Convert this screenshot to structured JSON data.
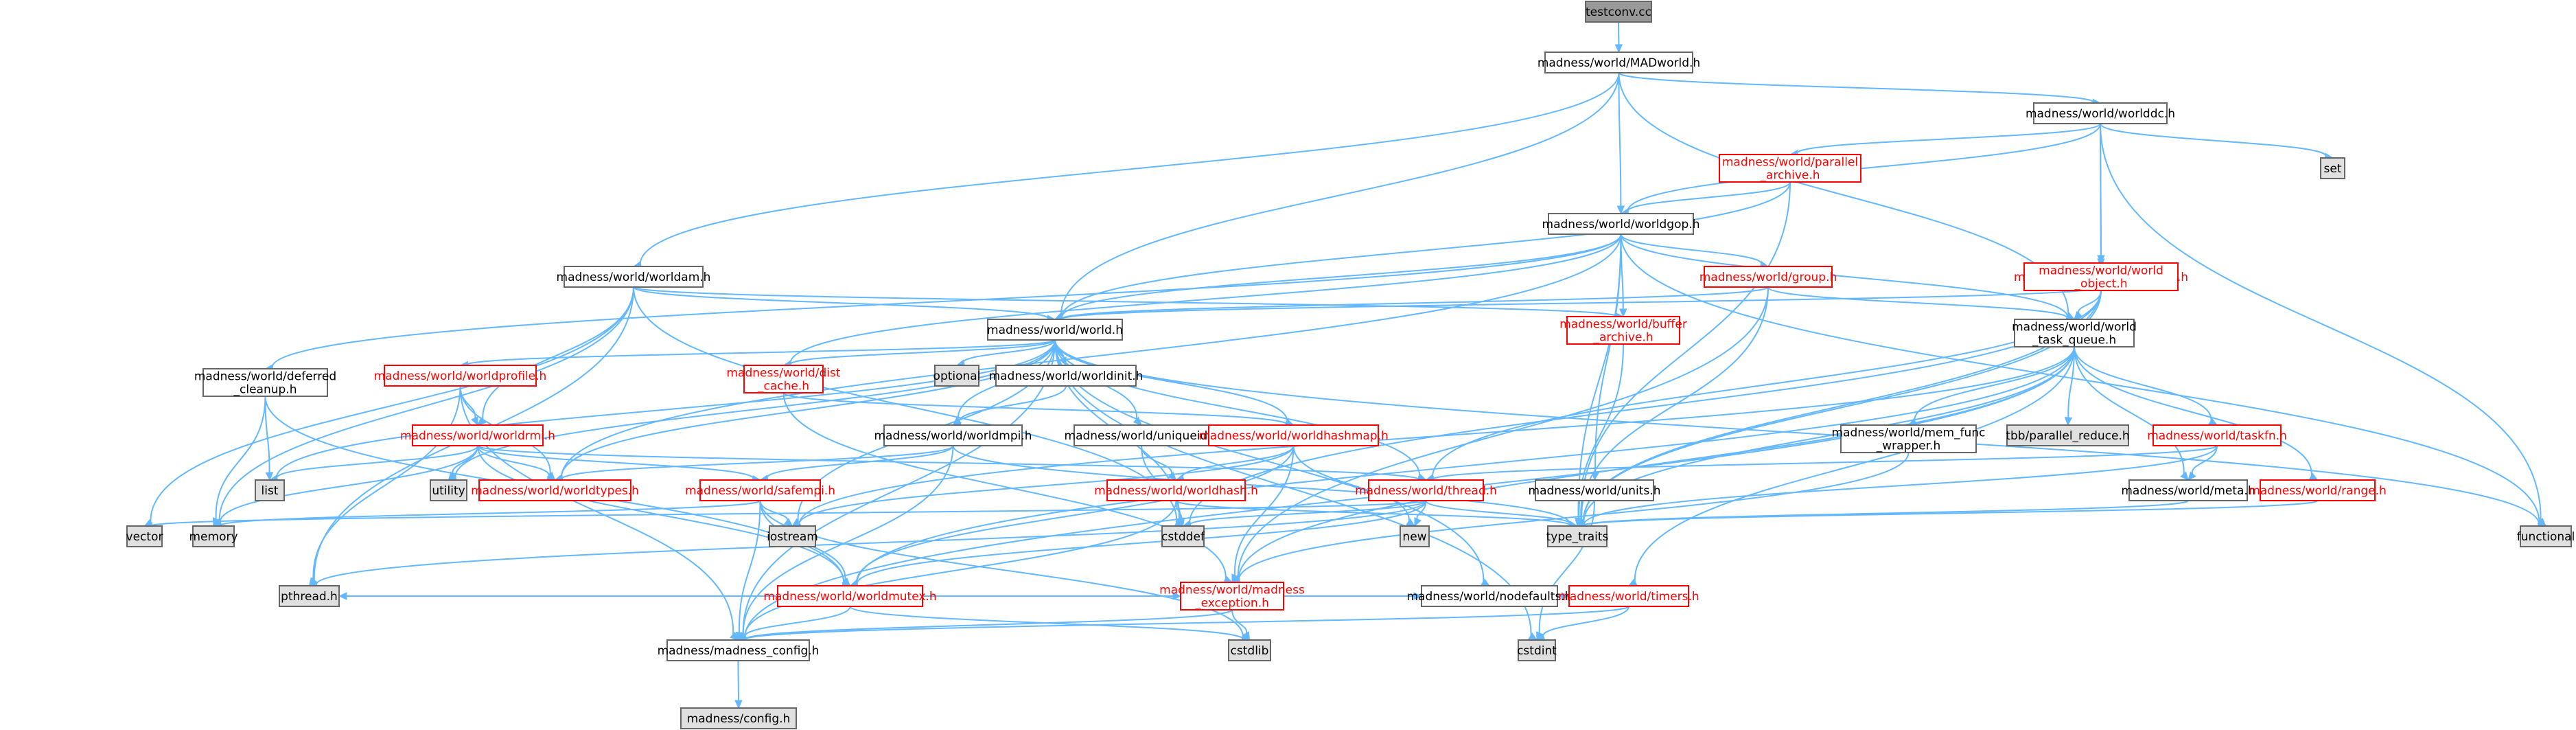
{
  "colors": {
    "root_fill": "#999999",
    "header_fill": "#ffffff",
    "system_fill": "#e0e0e0",
    "border": "#666666",
    "target_border": "#ff0000",
    "edge": "#63b8ff",
    "text": "#000000",
    "target_text": "#ff0000"
  },
  "nodes": [
    {
      "id": "testconv",
      "label": [
        "testconv.cc"
      ],
      "kind": "root"
    },
    {
      "id": "madworld",
      "label": [
        "madness/world/MADworld.h"
      ],
      "kind": "header"
    },
    {
      "id": "worlddc",
      "label": [
        "madness/world/worlddc.h"
      ],
      "kind": "header"
    },
    {
      "id": "set",
      "label": [
        "set"
      ],
      "kind": "system"
    },
    {
      "id": "parallel_archive",
      "label": [
        "madness/world/parallel",
        "_archive.h"
      ],
      "kind": "target"
    },
    {
      "id": "worldgop",
      "label": [
        "madness/world/worldgop.h"
      ],
      "kind": "header"
    },
    {
      "id": "worldam",
      "label": [
        "madness/world/worldam.h"
      ],
      "kind": "header"
    },
    {
      "id": "group",
      "label": [
        "madness/world/group.h"
      ],
      "kind": "target"
    },
    {
      "id": "mpi_archive",
      "label": [
        "madness/world/mpi_archive.h"
      ],
      "kind": "target"
    },
    {
      "id": "world_object",
      "label": [
        "madness/world/world",
        "_object.h"
      ],
      "kind": "target"
    },
    {
      "id": "world",
      "label": [
        "madness/world/world.h"
      ],
      "kind": "header"
    },
    {
      "id": "buffer_archive",
      "label": [
        "madness/world/buffer",
        "_archive.h"
      ],
      "kind": "target"
    },
    {
      "id": "world_task_queue",
      "label": [
        "madness/world/world",
        "_task_queue.h"
      ],
      "kind": "header"
    },
    {
      "id": "worldprofile",
      "label": [
        "madness/world/worldprofile.h"
      ],
      "kind": "target"
    },
    {
      "id": "dist_cache",
      "label": [
        "madness/world/dist",
        "_cache.h"
      ],
      "kind": "target"
    },
    {
      "id": "optional",
      "label": [
        "optional"
      ],
      "kind": "system"
    },
    {
      "id": "worldinit",
      "label": [
        "madness/world/worldinit.h"
      ],
      "kind": "header"
    },
    {
      "id": "deferred_cleanup",
      "label": [
        "madness/world/deferred",
        "_cleanup.h"
      ],
      "kind": "header"
    },
    {
      "id": "worldrmi",
      "label": [
        "madness/world/worldrmi.h"
      ],
      "kind": "target"
    },
    {
      "id": "worldmpi",
      "label": [
        "madness/world/worldmpi.h"
      ],
      "kind": "header"
    },
    {
      "id": "uniqueid",
      "label": [
        "madness/world/uniqueid.h"
      ],
      "kind": "header"
    },
    {
      "id": "worldhashmap",
      "label": [
        "madness/world/worldhashmap.h"
      ],
      "kind": "target"
    },
    {
      "id": "mem_func_wrapper",
      "label": [
        "madness/world/mem_func",
        "_wrapper.h"
      ],
      "kind": "header"
    },
    {
      "id": "tbb_parallel_reduce",
      "label": [
        "tbb/parallel_reduce.h"
      ],
      "kind": "system"
    },
    {
      "id": "taskfn",
      "label": [
        "madness/world/taskfn.h"
      ],
      "kind": "target"
    },
    {
      "id": "list",
      "label": [
        "list"
      ],
      "kind": "system"
    },
    {
      "id": "utility",
      "label": [
        "utility"
      ],
      "kind": "system"
    },
    {
      "id": "worldtypes",
      "label": [
        "madness/world/worldtypes.h"
      ],
      "kind": "target"
    },
    {
      "id": "safempi",
      "label": [
        "madness/world/safempi.h"
      ],
      "kind": "target"
    },
    {
      "id": "worldhash",
      "label": [
        "madness/world/worldhash.h"
      ],
      "kind": "target"
    },
    {
      "id": "thread",
      "label": [
        "madness/world/thread.h"
      ],
      "kind": "target"
    },
    {
      "id": "units",
      "label": [
        "madness/world/units.h"
      ],
      "kind": "header"
    },
    {
      "id": "meta",
      "label": [
        "madness/world/meta.h"
      ],
      "kind": "header"
    },
    {
      "id": "range",
      "label": [
        "madness/world/range.h"
      ],
      "kind": "target"
    },
    {
      "id": "vector",
      "label": [
        "vector"
      ],
      "kind": "system"
    },
    {
      "id": "memory",
      "label": [
        "memory"
      ],
      "kind": "system"
    },
    {
      "id": "iostream",
      "label": [
        "iostream"
      ],
      "kind": "system"
    },
    {
      "id": "cstddef",
      "label": [
        "cstddef"
      ],
      "kind": "system"
    },
    {
      "id": "new",
      "label": [
        "new"
      ],
      "kind": "system"
    },
    {
      "id": "type_traits",
      "label": [
        "type_traits"
      ],
      "kind": "system"
    },
    {
      "id": "functional",
      "label": [
        "functional"
      ],
      "kind": "system"
    },
    {
      "id": "worldmutex",
      "label": [
        "madness/world/worldmutex.h"
      ],
      "kind": "target"
    },
    {
      "id": "pthread",
      "label": [
        "pthread.h"
      ],
      "kind": "system"
    },
    {
      "id": "madness_exception",
      "label": [
        "madness/world/madness",
        "_exception.h"
      ],
      "kind": "target"
    },
    {
      "id": "nodefaults",
      "label": [
        "madness/world/nodefaults.h"
      ],
      "kind": "header"
    },
    {
      "id": "timers",
      "label": [
        "madness/world/timers.h"
      ],
      "kind": "target"
    },
    {
      "id": "cstdlib",
      "label": [
        "cstdlib"
      ],
      "kind": "system"
    },
    {
      "id": "cstdint",
      "label": [
        "cstdint"
      ],
      "kind": "system"
    },
    {
      "id": "madness_config",
      "label": [
        "madness/madness_config.h"
      ],
      "kind": "header"
    },
    {
      "id": "config",
      "label": [
        "madness/config.h"
      ],
      "kind": "system"
    }
  ],
  "edges": [
    [
      "testconv",
      "madworld"
    ],
    [
      "madworld",
      "worlddc"
    ],
    [
      "madworld",
      "worldgop"
    ],
    [
      "madworld",
      "worldam"
    ],
    [
      "madworld",
      "world"
    ],
    [
      "madworld",
      "world_task_queue"
    ],
    [
      "worlddc",
      "set"
    ],
    [
      "worlddc",
      "parallel_archive"
    ],
    [
      "worlddc",
      "worldgop"
    ],
    [
      "worlddc",
      "mpi_archive"
    ],
    [
      "worlddc",
      "world_object"
    ],
    [
      "worlddc",
      "functional"
    ],
    [
      "parallel_archive",
      "worldgop"
    ],
    [
      "parallel_archive",
      "world"
    ],
    [
      "parallel_archive",
      "type_traits"
    ],
    [
      "worldgop",
      "group"
    ],
    [
      "worldgop",
      "world"
    ],
    [
      "worldgop",
      "buffer_archive"
    ],
    [
      "worldgop",
      "world_task_queue"
    ],
    [
      "worldgop",
      "dist_cache"
    ],
    [
      "worldgop",
      "deferred_cleanup"
    ],
    [
      "worldgop",
      "units"
    ],
    [
      "worldgop",
      "type_traits"
    ],
    [
      "worldgop",
      "functional"
    ],
    [
      "worldgop",
      "worldtypes"
    ],
    [
      "worldam",
      "world"
    ],
    [
      "worldam",
      "worldrmi"
    ],
    [
      "worldam",
      "buffer_archive"
    ],
    [
      "worldam",
      "vector"
    ],
    [
      "worldam",
      "memory"
    ],
    [
      "worldam",
      "pthread"
    ],
    [
      "worldam",
      "cstddef"
    ],
    [
      "group",
      "world"
    ],
    [
      "group",
      "world_task_queue"
    ],
    [
      "group",
      "type_traits"
    ],
    [
      "group",
      "madness_exception"
    ],
    [
      "mpi_archive",
      "world"
    ],
    [
      "mpi_archive",
      "type_traits"
    ],
    [
      "world_object",
      "world_task_queue"
    ],
    [
      "world_object",
      "type_traits"
    ],
    [
      "world_object",
      "thread"
    ],
    [
      "world_object",
      "cstddef"
    ],
    [
      "world",
      "worldprofile"
    ],
    [
      "world",
      "dist_cache"
    ],
    [
      "world",
      "optional"
    ],
    [
      "world",
      "worldinit"
    ],
    [
      "world",
      "worldmpi"
    ],
    [
      "world",
      "uniqueid"
    ],
    [
      "world",
      "worldhashmap"
    ],
    [
      "world",
      "list"
    ],
    [
      "world",
      "utility"
    ],
    [
      "world",
      "iostream"
    ],
    [
      "world",
      "cstddef"
    ],
    [
      "world",
      "cstdint"
    ],
    [
      "world",
      "madness_config"
    ],
    [
      "world",
      "thread"
    ],
    [
      "world",
      "nodefaults"
    ],
    [
      "world",
      "worldtypes"
    ],
    [
      "world",
      "functional"
    ],
    [
      "buffer_archive",
      "type_traits"
    ],
    [
      "world_task_queue",
      "mem_func_wrapper"
    ],
    [
      "world_task_queue",
      "tbb_parallel_reduce"
    ],
    [
      "world_task_queue",
      "taskfn"
    ],
    [
      "world_task_queue",
      "meta"
    ],
    [
      "world_task_queue",
      "range"
    ],
    [
      "world_task_queue",
      "type_traits"
    ],
    [
      "world_task_queue",
      "worldmutex"
    ],
    [
      "world_task_queue",
      "madness_config"
    ],
    [
      "world_task_queue",
      "iostream"
    ],
    [
      "world_task_queue",
      "timers"
    ],
    [
      "world_task_queue",
      "madness_exception"
    ],
    [
      "worldprofile",
      "worldrmi"
    ],
    [
      "worldprofile",
      "worldtypes"
    ],
    [
      "worldprofile",
      "pthread"
    ],
    [
      "worldprofile",
      "madness_config"
    ],
    [
      "dist_cache",
      "worldhashmap"
    ],
    [
      "dist_cache",
      "madness_exception"
    ],
    [
      "worldinit",
      "worldmpi"
    ],
    [
      "deferred_cleanup",
      "list"
    ],
    [
      "deferred_cleanup",
      "memory"
    ],
    [
      "deferred_cleanup",
      "worldmutex"
    ],
    [
      "worldrmi",
      "safempi"
    ],
    [
      "worldrmi",
      "worldtypes"
    ],
    [
      "worldrmi",
      "list"
    ],
    [
      "worldrmi",
      "utility"
    ],
    [
      "worldrmi",
      "memory"
    ],
    [
      "worldrmi",
      "thread"
    ],
    [
      "worldrmi",
      "worldmutex"
    ],
    [
      "worldmpi",
      "safempi"
    ],
    [
      "worldmpi",
      "worldtypes"
    ],
    [
      "worldmpi",
      "type_traits"
    ],
    [
      "worldmpi",
      "madness_config"
    ],
    [
      "uniqueid",
      "worldhash"
    ],
    [
      "uniqueid",
      "cstddef"
    ],
    [
      "worldhashmap",
      "worldhash"
    ],
    [
      "worldhashmap",
      "worldmutex"
    ],
    [
      "worldhashmap",
      "madness_exception"
    ],
    [
      "worldhashmap",
      "new"
    ],
    [
      "worldhashmap",
      "iostream"
    ],
    [
      "mem_func_wrapper",
      "madness_exception"
    ],
    [
      "taskfn",
      "thread"
    ],
    [
      "taskfn",
      "meta"
    ],
    [
      "taskfn",
      "type_traits"
    ],
    [
      "safempi",
      "worldmutex"
    ],
    [
      "safempi",
      "madness_config"
    ],
    [
      "safempi",
      "iostream"
    ],
    [
      "safempi",
      "memory"
    ],
    [
      "safempi",
      "cstdlib"
    ],
    [
      "worldhash",
      "cstddef"
    ],
    [
      "worldhash",
      "type_traits"
    ],
    [
      "worldhash",
      "madness_config"
    ],
    [
      "thread",
      "worldmutex"
    ],
    [
      "thread",
      "cstddef"
    ],
    [
      "thread",
      "new"
    ],
    [
      "thread",
      "pthread"
    ],
    [
      "thread",
      "type_traits"
    ],
    [
      "thread",
      "vector"
    ],
    [
      "units",
      "cstdint"
    ],
    [
      "meta",
      "type_traits"
    ],
    [
      "range",
      "type_traits"
    ],
    [
      "worldmutex",
      "pthread"
    ],
    [
      "worldmutex",
      "madness_exception"
    ],
    [
      "worldmutex",
      "nodefaults"
    ],
    [
      "worldmutex",
      "timers"
    ],
    [
      "worldmutex",
      "madness_config"
    ],
    [
      "worldmutex",
      "cstdlib"
    ],
    [
      "madness_exception",
      "madness_config"
    ],
    [
      "madness_exception",
      "cstdlib"
    ],
    [
      "timers",
      "madness_config"
    ],
    [
      "timers",
      "cstdint"
    ],
    [
      "madness_config",
      "config"
    ]
  ]
}
